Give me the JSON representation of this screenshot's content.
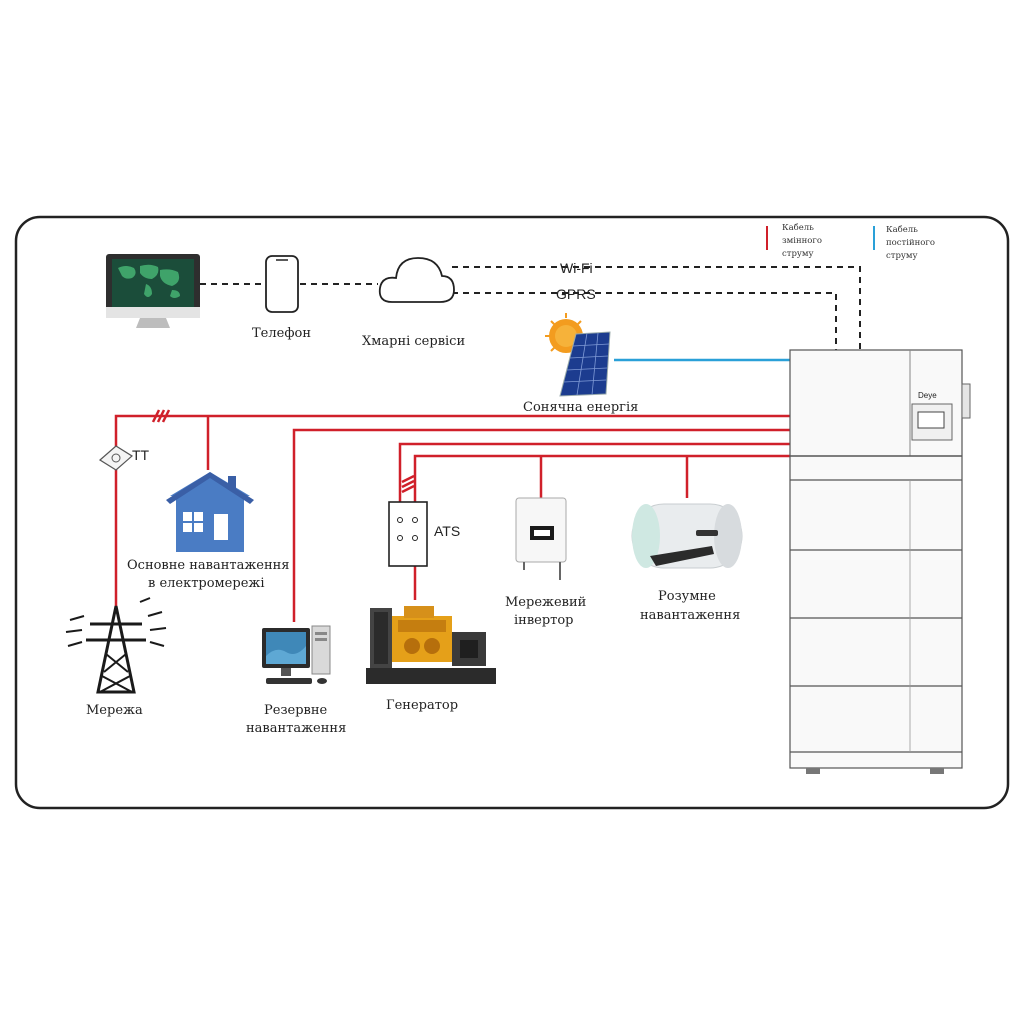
{
  "legend": {
    "ac_cable_line1": "Кабель",
    "ac_cable_line2": "змінного",
    "ac_cable_line3": "струму",
    "dc_cable_line1": "Кабель",
    "dc_cable_line2": "постійного",
    "dc_cable_line3": "струму",
    "ac_color": "#d0202a",
    "dc_color": "#2aa0d8"
  },
  "links": {
    "wifi": "Wi-Fi",
    "gprs": "GPRS"
  },
  "nodes": {
    "phone": "Телефон",
    "cloud": "Хмарні сервіси",
    "solar": "Сонячна енергія",
    "ct": "TT",
    "main_load_line1": "Основне навантаження",
    "main_load_line2": "в електромережі",
    "ats": "ATS",
    "grid": "Мережа",
    "backup_load_line1": "Резервне",
    "backup_load_line2": "навантаження",
    "generator": "Генератор",
    "grid_inverter_line1": "Мережевий",
    "grid_inverter_line2": "інвертор",
    "smart_load_line1": "Розумне",
    "smart_load_line2": "навантаження",
    "battery_brand": "Deye"
  },
  "icons": [
    "monitor-icon",
    "phone-icon",
    "cloud-icon",
    "sun-icon",
    "solar-panel-icon",
    "ct-sensor-icon",
    "house-icon",
    "ats-switch-icon",
    "transmission-tower-icon",
    "desktop-computer-icon",
    "generator-icon",
    "grid-inverter-icon",
    "water-heater-icon",
    "hybrid-inverter-battery-icon"
  ]
}
